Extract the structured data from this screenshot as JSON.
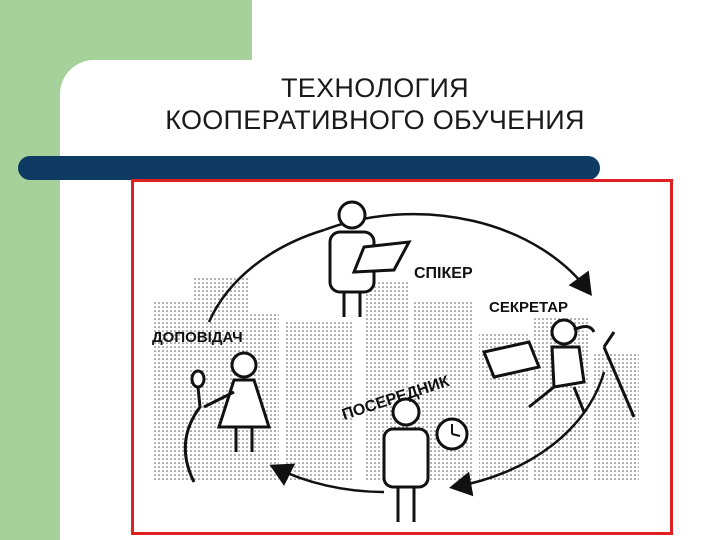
{
  "slide": {
    "title_line1": "ТЕХНОЛОГИЯ",
    "title_line2": "КООПЕРАТИВНОГО ОБУЧЕНИЯ"
  },
  "diagram": {
    "roles": {
      "speaker": "СПІКЕР",
      "secretary": "СЕКРЕТАР",
      "reporter": "ДОПОВІДАЧ",
      "mediator": "ПОСЕРЕДНИК"
    },
    "colors": {
      "panel": "#a6d19b",
      "divider": "#0f3a63",
      "frame_border": "#e02020",
      "ink": "#111111"
    }
  }
}
